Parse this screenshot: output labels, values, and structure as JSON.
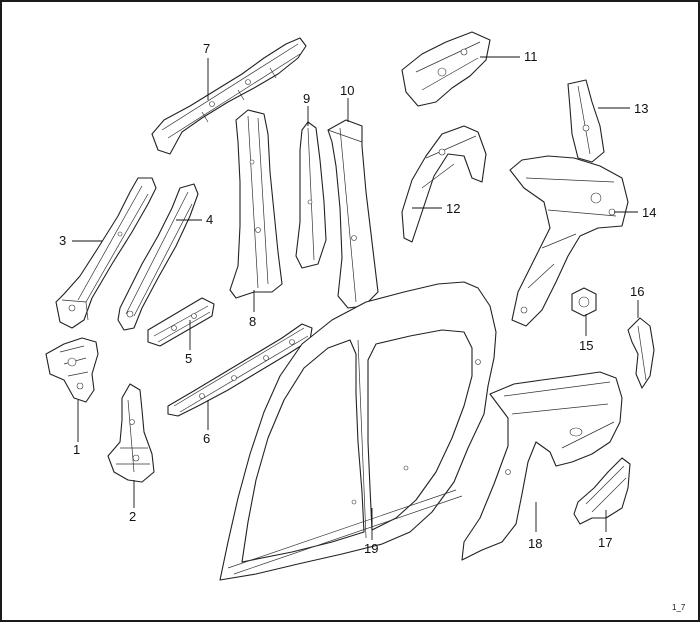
{
  "diagram": {
    "callouts": [
      "1",
      "2",
      "3",
      "4",
      "5",
      "6",
      "7",
      "8",
      "9",
      "10",
      "11",
      "12",
      "13",
      "14",
      "15",
      "16",
      "17",
      "18",
      "19"
    ],
    "reference_code": "1_7"
  }
}
